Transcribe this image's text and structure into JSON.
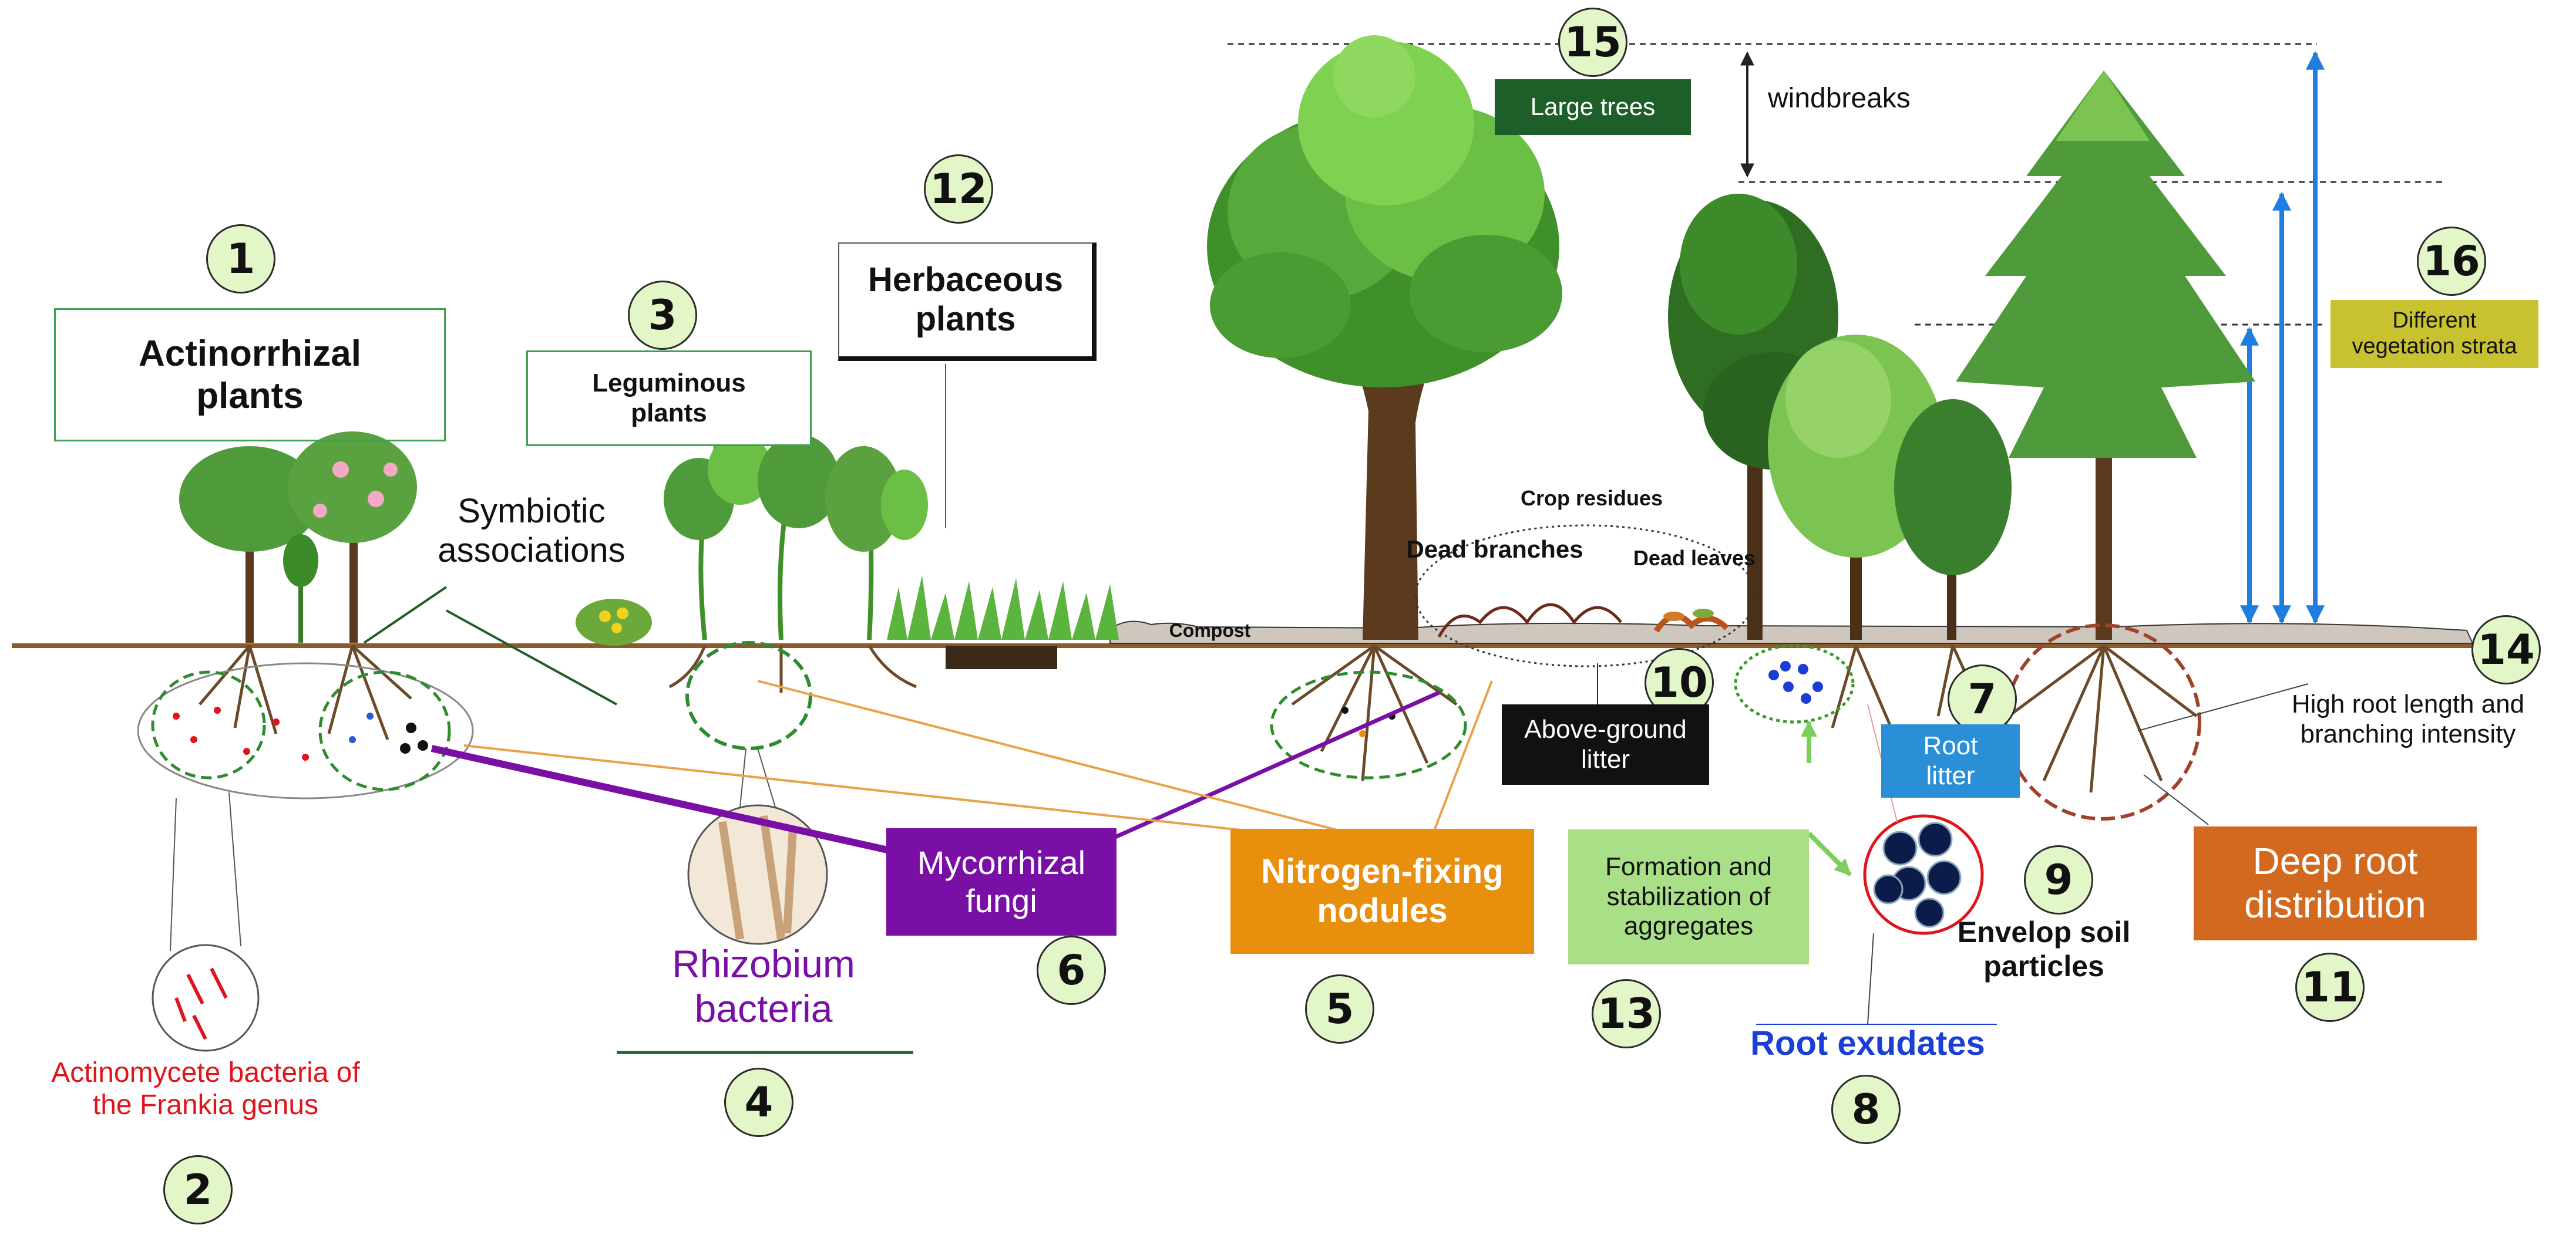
{
  "numbers": [
    "1",
    "2",
    "3",
    "4",
    "5",
    "6",
    "7",
    "8",
    "9",
    "10",
    "11",
    "12",
    "13",
    "14",
    "15",
    "16"
  ],
  "labels": {
    "actinorrhizal": "Actinorrhizal plants",
    "frankia": "Actinomycete bacteria of the Frankia genus",
    "leguminous": "Leguminous plants",
    "rhizobium": "Rhizobium bacteria",
    "nodules": "Nitrogen-fixing nodules",
    "mycorrhizal": "Mycorrhizal fungi",
    "root_litter": "Root litter",
    "root_exudates": "Root exudates",
    "envelop": "Envelop soil particles",
    "above_ground_litter": "Above-ground litter",
    "deep_root": "Deep root distribution",
    "herbaceous": "Herbaceous plants",
    "aggregates": "Formation and stabilization of aggregates",
    "high_root": "High root length and branching intensity",
    "large_trees": "Large trees",
    "strata": "Different vegetation strata",
    "windbreaks": "windbreaks",
    "symbiotic": "Symbiotic associations",
    "crop_residues": "Crop residues",
    "dead_branches": "Dead branches",
    "dead_leaves": "Dead leaves",
    "compost": "Compost"
  },
  "colors": {
    "mint_fill": "#e3f6c8",
    "purple": "#7a0fa6",
    "orange": "#e8900d",
    "rust": "#d2691e",
    "dark_green": "#1e5e28",
    "olive": "#c8c230",
    "blue_box": "#2a8fd6",
    "aggregate_green": "#a9df86",
    "red_text": "#e0141b",
    "blue_text": "#1b3fd6",
    "arrow_blue": "#1f7de0",
    "ground": "#8b5a2b"
  }
}
